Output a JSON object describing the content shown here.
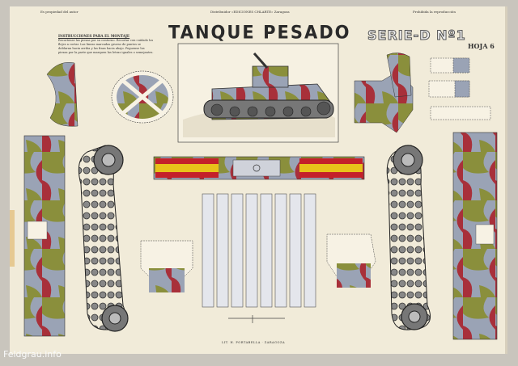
{
  "header": {
    "left_note": "Es propiedad del autor",
    "center_note": "Distribuidor «EDICIONES CHLARTE» Zaragoza",
    "right_note": "Prohibida la reproducción",
    "title": "TANQUE PESADO",
    "series": "SERIE-D  Nº1",
    "sheet": "HOJA 6"
  },
  "instructions": {
    "heading": "INSTRUCCIONES PARA EL MONTAJE",
    "body": "Recortense las piezas por su contorno. Recortar con cuidado los flejes a cortar. Las lineas marcadas grueso de puntos se doblaran hacia arriba y las finas hacia abajo. Peguense las piezas por la parte que marquen las letras iguales o semejantes."
  },
  "footer": {
    "printer": "LIT. H. PORTABELLA · ZARAGOZA"
  },
  "watermark": "Feldgrau.info",
  "colors": {
    "paper": "#f1ebd9",
    "camo_green": "#8a8f3c",
    "camo_red": "#a8303a",
    "camo_grey": "#9aa3b5",
    "flag_red": "#c4202a",
    "flag_yellow": "#e8c21a"
  }
}
